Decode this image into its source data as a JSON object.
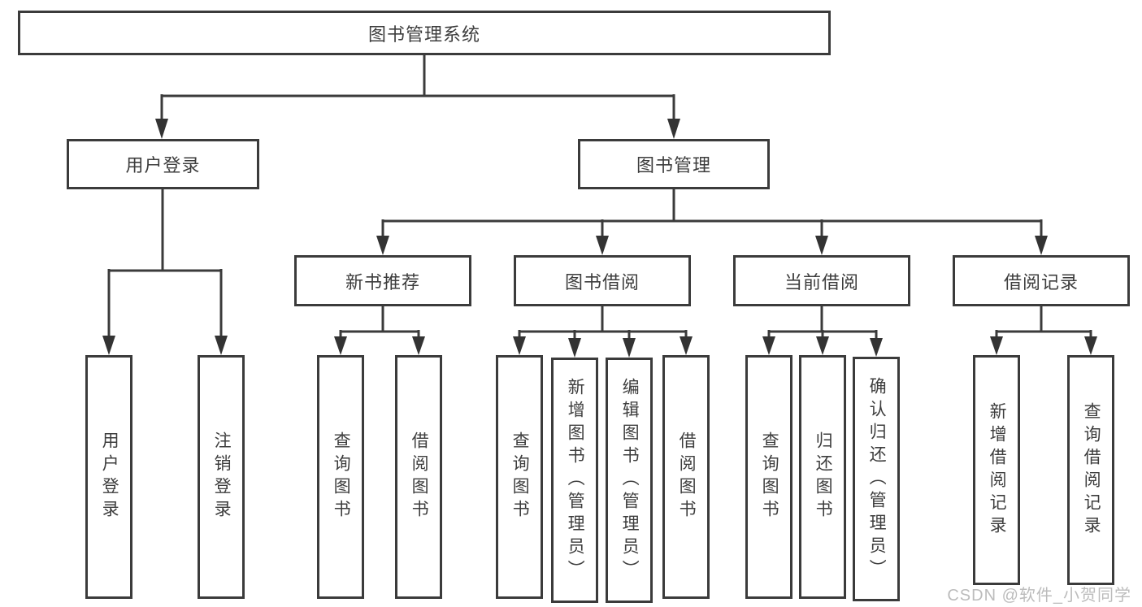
{
  "diagram": {
    "root": {
      "label": "图书管理系统"
    },
    "level1": [
      {
        "label": "用户登录"
      },
      {
        "label": "图书管理"
      }
    ],
    "level2": [
      {
        "label": "新书推荐"
      },
      {
        "label": "图书借阅"
      },
      {
        "label": "当前借阅"
      },
      {
        "label": "借阅记录"
      }
    ],
    "leaves": {
      "user_login": [
        "用户登录",
        "注销登录"
      ],
      "new_books": [
        "查询图书",
        "借阅图书"
      ],
      "book_borrow": [
        "查询图书",
        "新增图书（管理员）",
        "编辑图书（管理员）",
        "借阅图书"
      ],
      "current_borrow": [
        "查询图书",
        "归还图书",
        "确认归还（管理员）"
      ],
      "borrow_records": [
        "新增借阅记录",
        "查询借阅记录"
      ]
    }
  },
  "watermark": {
    "text": "CSDN @软件_小贺同学"
  },
  "colors": {
    "line": "#3b3b3b",
    "arrow": "#333333",
    "text": "#3d3d3d",
    "watermark": "#bcbcbc",
    "background": "#ffffff"
  }
}
